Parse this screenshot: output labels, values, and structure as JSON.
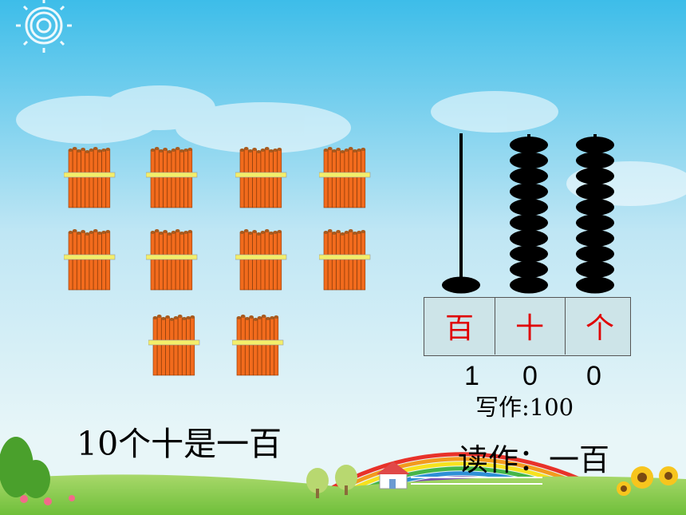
{
  "abacus": {
    "places": [
      {
        "label": "百",
        "beads": 1,
        "digit": "1"
      },
      {
        "label": "十",
        "beads": 10,
        "digit": "0"
      },
      {
        "label": "个",
        "beads": 10,
        "digit": "0"
      }
    ]
  },
  "bundles": {
    "count": 10
  },
  "statement": "10个十是一百",
  "write_as": "写作:100",
  "read_as": "读作：一百",
  "colors": {
    "stick": "#f26b1d",
    "band": "#f3ee6a",
    "bead": "#000000",
    "label": "#e00000",
    "box": "#cde4e8"
  },
  "icons": [
    "sun-icon",
    "rainbow-icon",
    "house-icon",
    "tree-icon",
    "sunflower-icon"
  ]
}
